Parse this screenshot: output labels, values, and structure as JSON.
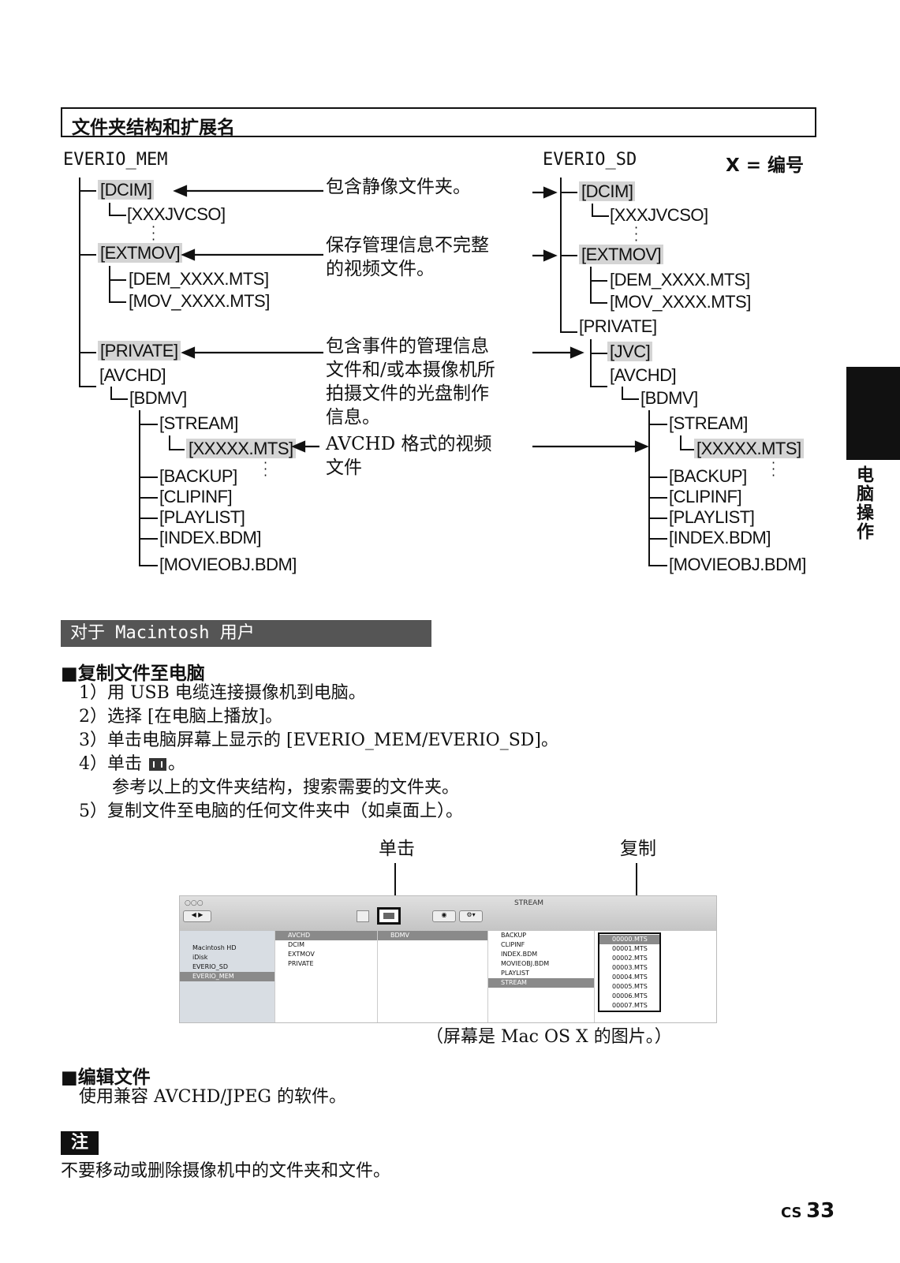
{
  "section_title": "文件夹结构和扩展名",
  "left_root": "EVERIO_MEM",
  "right_root": "EVERIO_SD",
  "legend": "X = 编号",
  "tree_left": {
    "dcim": "[DCIM]",
    "xxxjvcso": "[XXXJVCSO]",
    "extmov": "[EXTMOV]",
    "dem": "[DEM_XXXX.MTS]",
    "mov": "[MOV_XXXX.MTS]",
    "private": "[PRIVATE]",
    "avchd": "[AVCHD]",
    "bdmv": "[BDMV]",
    "stream": "[STREAM]",
    "xxxxx": "[XXXXX.MTS]",
    "backup": "[BACKUP]",
    "clipinf": "[CLIPINF]",
    "playlist": "[PLAYLIST]",
    "index": "[INDEX.BDM]",
    "movieobj": "[MOVIEOBJ.BDM]"
  },
  "tree_right": {
    "dcim": "[DCIM]",
    "xxxjvcso": "[XXXJVCSO]",
    "extmov": "[EXTMOV]",
    "dem": "[DEM_XXXX.MTS]",
    "mov": "[MOV_XXXX.MTS]",
    "private": "[PRIVATE]",
    "jvc": "[JVC]",
    "avchd": "[AVCHD]",
    "bdmv": "[BDMV]",
    "stream": "[STREAM]",
    "xxxxx": "[XXXXX.MTS]",
    "backup": "[BACKUP]",
    "clipinf": "[CLIPINF]",
    "playlist": "[PLAYLIST]",
    "index": "[INDEX.BDM]",
    "movieobj": "[MOVIEOBJ.BDM]"
  },
  "descriptions": {
    "d1": "包含静像文件夹。",
    "d2a": "保存管理信息不完整",
    "d2b": "的视频文件。",
    "d3a": "包含事件的管理信息",
    "d3b": "文件和/或本摄像机所",
    "d3c": "拍摄文件的光盘制作",
    "d3d": "信息。",
    "d4a": "AVCHD 格式的视频",
    "d4b": "文件"
  },
  "side_tab": "电脑操作",
  "mac_header": "对于 Macintosh 用户",
  "copy_heading": "■复制文件至电脑",
  "steps": {
    "s1": "1）用 USB 电缆连接摄像机到电脑。",
    "s2": "2）选择 [在电脑上播放]。",
    "s3": "3）单击电脑屏幕上显示的 [EVERIO_MEM/EVERIO_SD]。",
    "s4": "4）单击",
    "s4_end": "。",
    "s4b": "参考以上的文件夹结构，搜索需要的文件夹。",
    "s5": "5）复制文件至电脑的任何文件夹中（如桌面上）。"
  },
  "callout_click": "单击",
  "callout_copy": "复制",
  "screenshot": {
    "window_title": "STREAM",
    "sidebar": [
      "Macintosh HD",
      "iDisk",
      "EVERIO_SD",
      "EVERIO_MEM"
    ],
    "col1": [
      "AVCHD",
      "DCIM",
      "EXTMOV",
      "PRIVATE"
    ],
    "col2": [
      "BDMV"
    ],
    "col3": [
      "BACKUP",
      "CLIPINF",
      "INDEX.BDM",
      "MOVIEOBJ.BDM",
      "PLAYLIST",
      "STREAM"
    ],
    "col4": [
      "00000.MTS",
      "00001.MTS",
      "00002.MTS",
      "00003.MTS",
      "00004.MTS",
      "00005.MTS",
      "00006.MTS",
      "00007.MTS"
    ]
  },
  "caption": "（屏幕是 Mac OS X 的图片。）",
  "edit_heading": "■编辑文件",
  "edit_text": "使用兼容 AVCHD/JPEG 的软件。",
  "note_label": "注",
  "note_text": "不要移动或删除摄像机中的文件夹和文件。",
  "page_prefix": "CS",
  "page_number": "33"
}
